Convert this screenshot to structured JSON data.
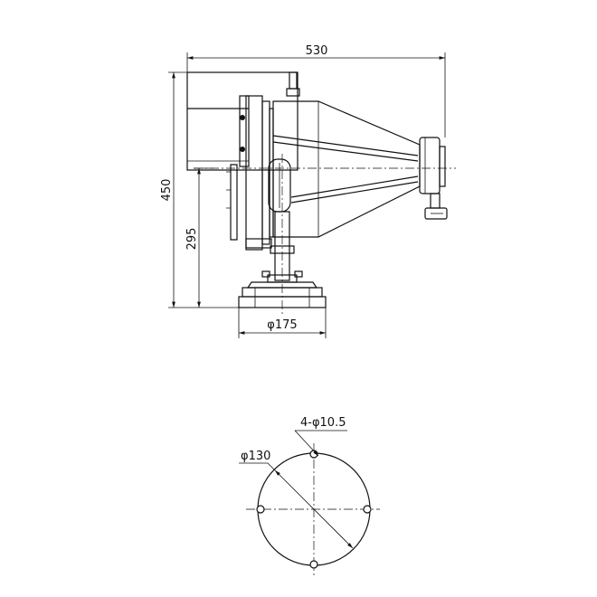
{
  "side_view": {
    "overall_length": "530",
    "overall_height": "450",
    "axis_height": "295",
    "base_diameter": "φ175"
  },
  "base_plan": {
    "hole_spec": "4-φ10.5",
    "bolt_circle": "φ130",
    "hole_count": 4
  }
}
